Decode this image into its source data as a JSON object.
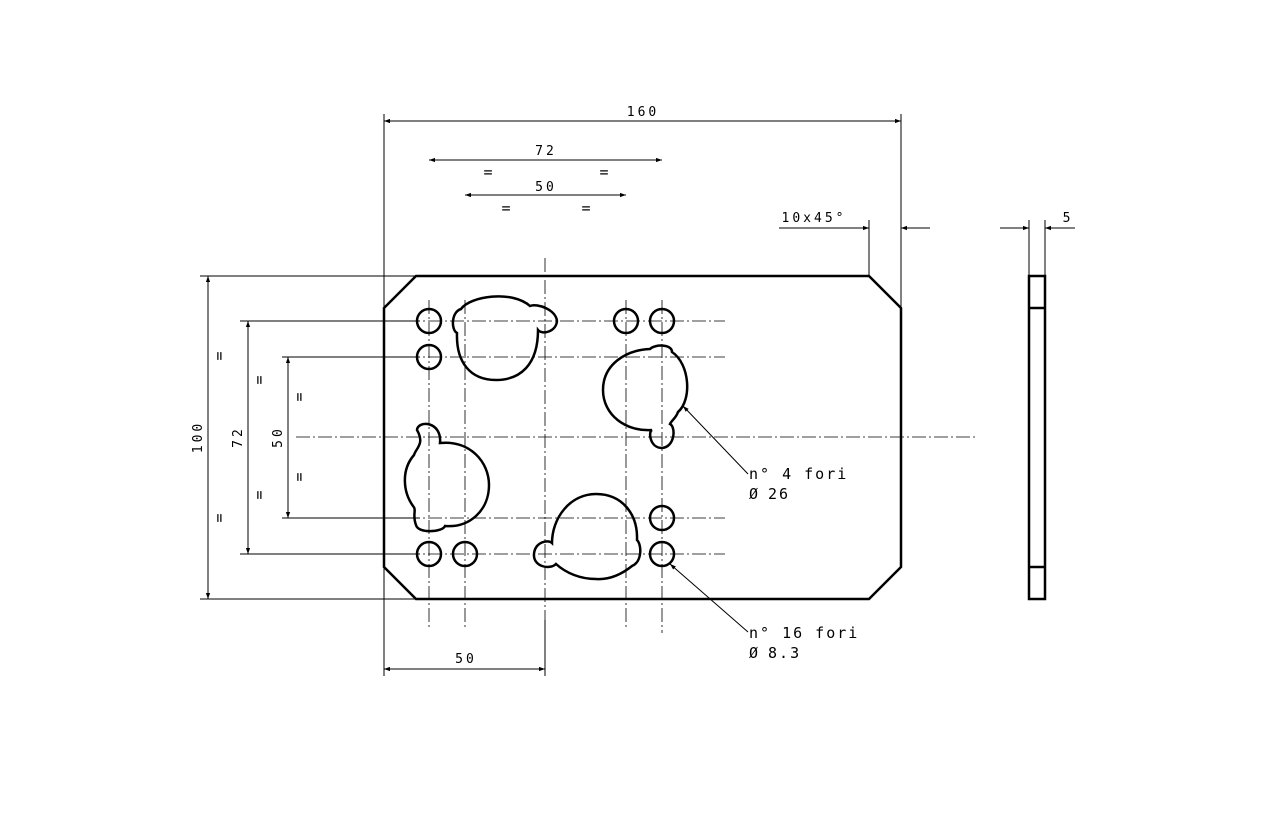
{
  "dimensions": {
    "overall_width": "160",
    "holes_outer_h": "72",
    "holes_inner_h": "50",
    "chamfer": "10x45°",
    "thickness": "5",
    "overall_height": "100",
    "holes_outer_v": "72",
    "holes_inner_v": "50",
    "center_offset": "50",
    "equal_mark": "="
  },
  "notes": {
    "large_holes_count": "n° 4 fori",
    "large_holes_dia": "26",
    "small_holes_count": "n° 16 fori",
    "small_holes_dia": "8.3",
    "diameter_symbol": "Ø"
  }
}
